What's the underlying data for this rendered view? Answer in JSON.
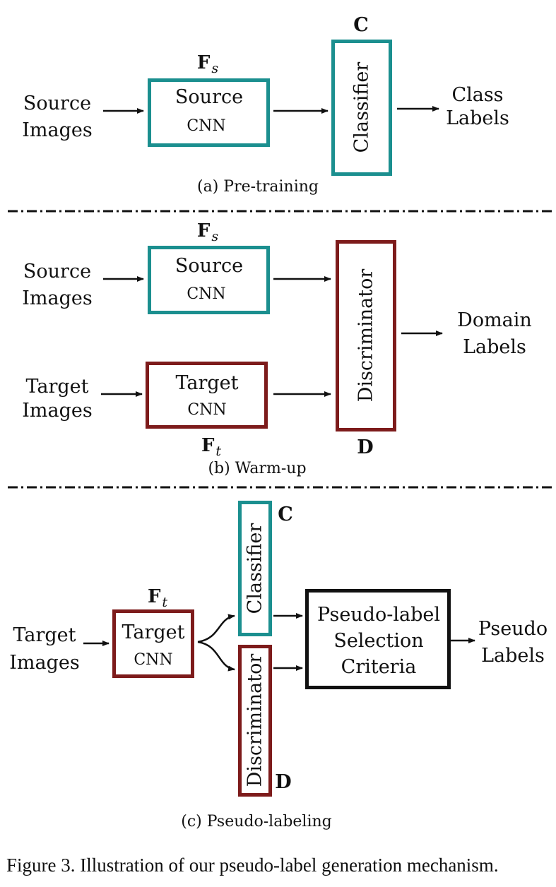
{
  "panel_a": {
    "input_line1": "Source",
    "input_line2": "Images",
    "fs_label": "F",
    "fs_sub": "s",
    "cnn_line1": "Source",
    "cnn_line2": "CNN",
    "c_label": "C",
    "classifier": "Classifier",
    "output_line1": "Class",
    "output_line2": "Labels",
    "caption": "(a) Pre-training"
  },
  "panel_b": {
    "fs_label": "F",
    "fs_sub": "s",
    "source_line1": "Source",
    "source_line2": "Images",
    "source_cnn_line1": "Source",
    "source_cnn_line2": "CNN",
    "target_line1": "Target",
    "target_line2": "Images",
    "target_cnn_line1": "Target",
    "target_cnn_line2": "CNN",
    "ft_label": "F",
    "ft_sub": "t",
    "discriminator": "Discriminator",
    "d_label": "D",
    "output_line1": "Domain",
    "output_line2": "Labels",
    "caption": "(b) Warm-up"
  },
  "panel_c": {
    "classifier": "Classifier",
    "c_label": "C",
    "ft_label": "F",
    "ft_sub": "t",
    "input_line1": "Target",
    "input_line2": "Images",
    "cnn_line1": "Target",
    "cnn_line2": "CNN",
    "discriminator": "Discriminator",
    "d_label": "D",
    "criteria_line1": "Pseudo-label",
    "criteria_line2": "Selection",
    "criteria_line3": "Criteria",
    "output_line1": "Pseudo",
    "output_line2": "Labels",
    "caption": "(c) Pseudo-labeling"
  },
  "figure_caption": "Figure 3. Illustration of our pseudo-label generation mechanism.",
  "colors": {
    "source": "#1b8f8f",
    "target": "#7d1b1b",
    "criteria": "#111111"
  }
}
